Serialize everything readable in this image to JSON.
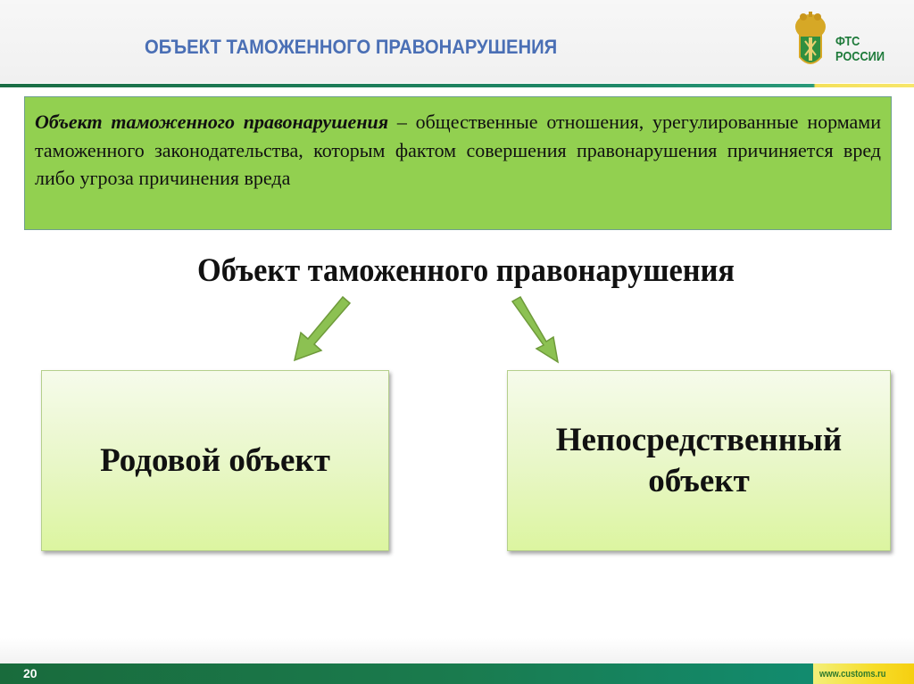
{
  "header": {
    "title": "ОБЪЕКТ ТАМОЖЕННОГО ПРАВОНАРУШЕНИЯ",
    "logo": {
      "icon": "double-headed-eagle-emblem-icon",
      "line1": "ФТС",
      "line2": "РОССИИ"
    }
  },
  "definition": {
    "term": "Объект таможенного правонарушения",
    "text": " – общественные отношения, урегулированные нормами таможенного законодательства, которым фактом совершения правонарушения причиняется вред либо угроза причинения вреда"
  },
  "diagram": {
    "root": "Объект таможенного правонарушения",
    "children": [
      {
        "label": "Родовой объект"
      },
      {
        "label": "Непосредственный объект"
      }
    ],
    "arrow_color": "#8cc152"
  },
  "footer": {
    "page_number": "20",
    "site": "www.customs.ru"
  },
  "colors": {
    "title_blue": "#4a6fb5",
    "definition_green": "#92d050",
    "footer_green": "#1a7b4e",
    "footer_yellow": "#f7dd2a"
  }
}
